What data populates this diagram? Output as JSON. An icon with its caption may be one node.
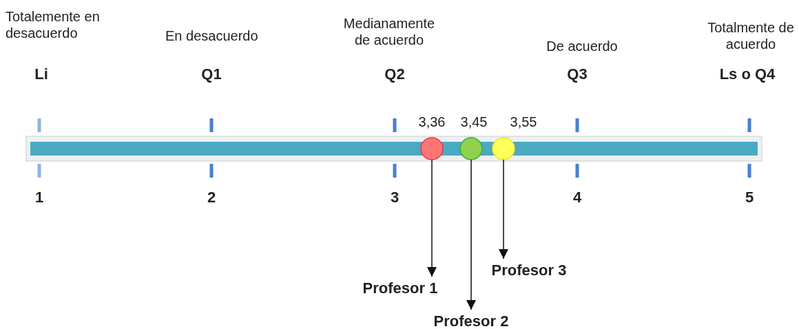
{
  "diagram": {
    "nodes": [
      {
        "text": [],
        "shape": "circle",
        "beside": [
          "3,36"
        ]
      },
      {
        "text": [],
        "shape": "circle",
        "beside": [
          "3,45"
        ]
      },
      {
        "text": [],
        "shape": "circle",
        "beside": [
          "3,55"
        ]
      },
      {
        "text": [
          "Profesor 1"
        ]
      },
      {
        "text": [
          "Profesor 2"
        ]
      },
      {
        "text": [
          "Profesor 3"
        ]
      }
    ],
    "edges": [
      {
        "from": 0,
        "to": 3,
        "arrow": "to"
      },
      {
        "from": 1,
        "to": 4,
        "arrow": "to"
      },
      {
        "from": 2,
        "to": 5,
        "arrow": "to"
      }
    ],
    "labels": [
      "Totalemente en desacuerdo",
      "En desacuerdo",
      "Medianamente de acuerdo",
      "De acuerdo",
      "Totalmente de acuerdo",
      "Li",
      "Q1",
      "Q2",
      "Q3",
      "Ls o Q4",
      "1",
      "2",
      "3",
      "4",
      "5"
    ]
  }
}
